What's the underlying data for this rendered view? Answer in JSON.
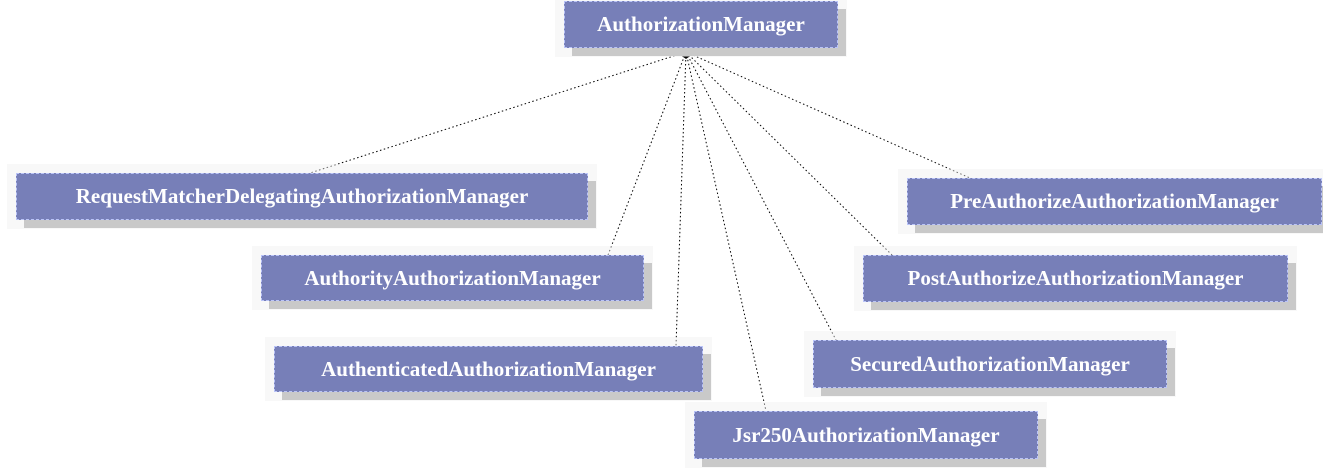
{
  "diagram": {
    "type": "inheritance",
    "root": {
      "label": "AuthorizationManager"
    },
    "children": [
      {
        "id": "rmd",
        "label": "RequestMatcherDelegatingAuthorizationManager"
      },
      {
        "id": "auth",
        "label": "AuthorityAuthorizationManager"
      },
      {
        "id": "authc",
        "label": "AuthenticatedAuthorizationManager"
      },
      {
        "id": "jsr",
        "label": "Jsr250AuthorizationManager"
      },
      {
        "id": "sec",
        "label": "SecuredAuthorizationManager"
      },
      {
        "id": "post",
        "label": "PostAuthorizeAuthorizationManager"
      },
      {
        "id": "pre",
        "label": "PreAuthorizeAuthorizationManager"
      }
    ],
    "colors": {
      "node_fill": "#14238a",
      "node_text": "#ffffff",
      "node_border": "#8ea0ff",
      "shadow": "#a9a9a9",
      "edge": "#000000"
    }
  }
}
